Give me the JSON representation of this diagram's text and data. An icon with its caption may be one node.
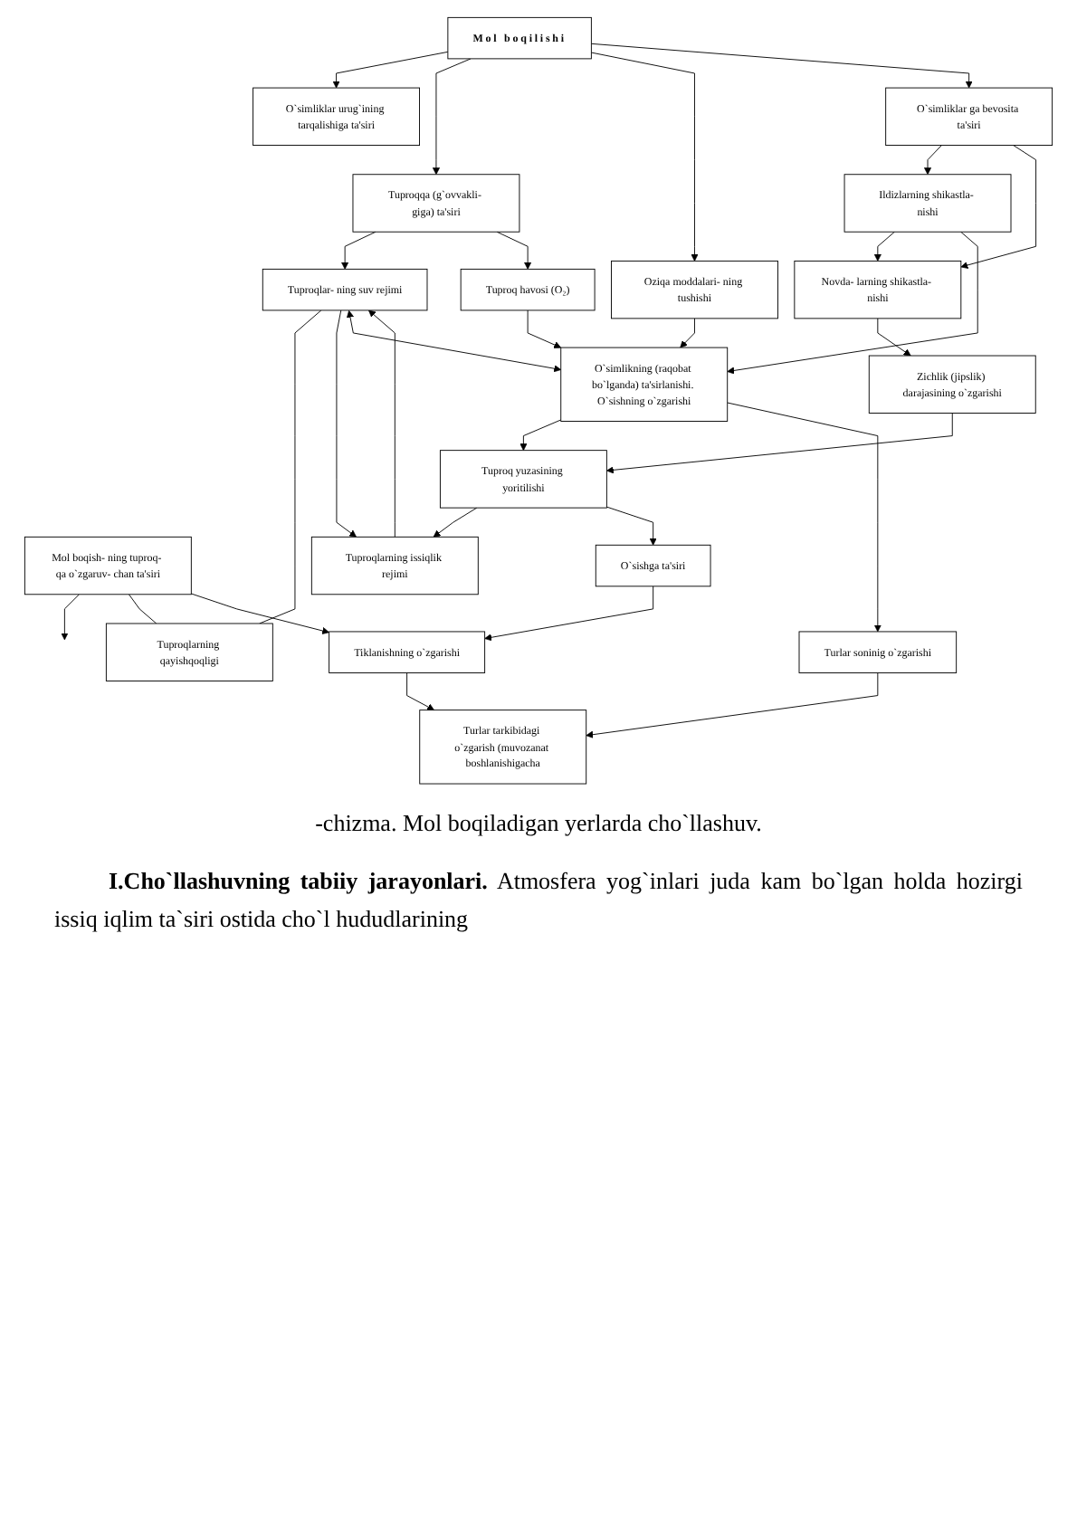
{
  "diagram": {
    "caption": "-chizma. Mol boqiladigan yerlarda cho`llashuv.",
    "nodes": [
      {
        "text": [
          "Mol boqilishi"
        ]
      },
      {
        "text": [
          "O`simliklar urug`ining tarqalishiga ta'siri"
        ]
      },
      {
        "text": [
          "Tuproqqa (g`ovvakli- giga) ta'siri"
        ]
      },
      {
        "text": [
          "Oziqa moddalari- ning tushishi"
        ]
      },
      {
        "text": [
          "O`simliklar ga bevosita ta'siri"
        ]
      },
      {
        "text": [
          "Mol boqish- ning tuproq- qa o`zgaruv- chan ta'siri"
        ]
      },
      {
        "text": [
          "Tuproqlar- ning suv rejimi"
        ]
      },
      {
        "text": [
          "Tuproq havosi (O₂)"
        ]
      },
      {
        "text": [
          "Ildizlarning shikastla- nishi"
        ]
      },
      {
        "text": [
          "Novda- larning shikastla- nishi"
        ]
      },
      {
        "text": [
          "Tuproqlarning qayishqoqligi"
        ]
      },
      {
        "text": [
          "Tuproqlarning issiqlik rejimi"
        ]
      },
      {
        "text": [
          "O`simlikning (raqobat bo`lganda) ta'sirlanishi. O`sishning o`zgarishi"
        ]
      },
      {
        "text": [
          "Tiklanishning o`zgarishi"
        ]
      },
      {
        "text": [
          "O`sishga ta'siri"
        ]
      },
      {
        "text": [
          "Tuproq yuzasining yoritilishi"
        ]
      },
      {
        "text": [
          "Zichlik (jipslik) darajasining o`zgarishi"
        ]
      },
      {
        "text": [
          "Turlar tarkibidagi o`zgarish (muvozanat boshlanishigacha"
        ]
      },
      {
        "text": [
          "Turlar soninig o`zgarishi"
        ]
      }
    ],
    "edges": [
      {
        "from": 0,
        "to": 1,
        "arrow": "to"
      },
      {
        "from": 0,
        "to": 2,
        "arrow": "to"
      },
      {
        "from": 0,
        "to": 3,
        "arrow": "to"
      },
      {
        "from": 0,
        "to": 4,
        "arrow": "to"
      },
      {
        "from": 5,
        "to": null,
        "arrow": "to"
      },
      {
        "from": 2,
        "to": 6,
        "arrow": "to"
      },
      {
        "from": 2,
        "to": 7,
        "arrow": "to"
      },
      {
        "from": 4,
        "to": 8,
        "arrow": "to"
      },
      {
        "from": 4,
        "to": 9,
        "arrow": "to"
      },
      {
        "from": 8,
        "to": 9,
        "arrow": "to"
      },
      {
        "from": 5,
        "to": 10,
        "arrow": "none"
      },
      {
        "from": 6,
        "to": 10,
        "arrow": "none"
      },
      {
        "from": 6,
        "to": 11,
        "arrow": "to"
      },
      {
        "from": 11,
        "to": 6,
        "arrow": "to"
      },
      {
        "from": 6,
        "to": 12,
        "arrow": "both"
      },
      {
        "from": 7,
        "to": 12,
        "arrow": "to"
      },
      {
        "from": 3,
        "to": 12,
        "arrow": "to"
      },
      {
        "from": 8,
        "to": 12,
        "arrow": "to"
      },
      {
        "from": 5,
        "to": 13,
        "arrow": "to"
      },
      {
        "from": 9,
        "to": 16,
        "arrow": "to"
      },
      {
        "from": 12,
        "to": 15,
        "arrow": "to"
      },
      {
        "from": 16,
        "to": 15,
        "arrow": "to"
      },
      {
        "from": 15,
        "to": 11,
        "arrow": "to"
      },
      {
        "from": 15,
        "to": 14,
        "arrow": "to"
      },
      {
        "from": 14,
        "to": 13,
        "arrow": "to"
      },
      {
        "from": 12,
        "to": 18,
        "arrow": "to"
      },
      {
        "from": 13,
        "to": 17,
        "arrow": "to"
      },
      {
        "from": 18,
        "to": 17,
        "arrow": "to"
      }
    ],
    "labels": [
      "**I.Cho`llashuvning tabiiy jarayonlari.** Atmosfera yog`inlari juda kam bo`lgan holda hozirgi issiq iqlim ta`siri ostida cho`l hududlarining"
    ]
  }
}
